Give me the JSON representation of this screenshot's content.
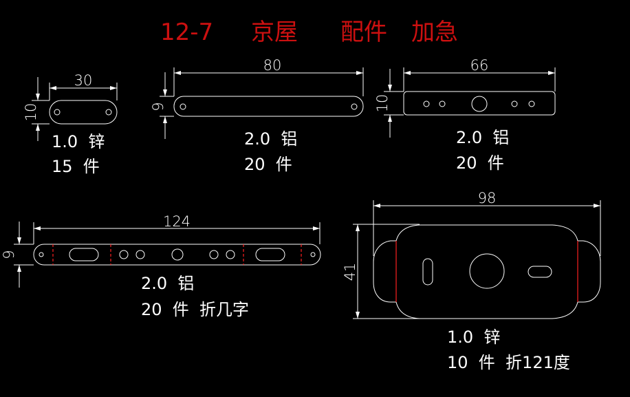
{
  "colors": {
    "background": "#000000",
    "title": "#cc1010",
    "lines": "#ffffff",
    "bend_lines": "#ff2020"
  },
  "title": {
    "code": "12-7",
    "customer": "京屋",
    "item": "配件",
    "priority": "加急"
  },
  "parts": [
    {
      "length": "30",
      "height": "10",
      "spec": "1.0  锌",
      "qty": "15  件"
    },
    {
      "length": "80",
      "height": "9",
      "spec": "2.0  铝",
      "qty": "20  件"
    },
    {
      "length": "66",
      "height": "10",
      "spec": "2.0  铝",
      "qty": "20  件"
    },
    {
      "length": "124",
      "height": "9",
      "spec": "2.0  铝",
      "qty": "20  件  折几字"
    },
    {
      "length": "98",
      "height": "41",
      "spec": "1.0  锌",
      "qty": "10  件  折121度"
    }
  ]
}
